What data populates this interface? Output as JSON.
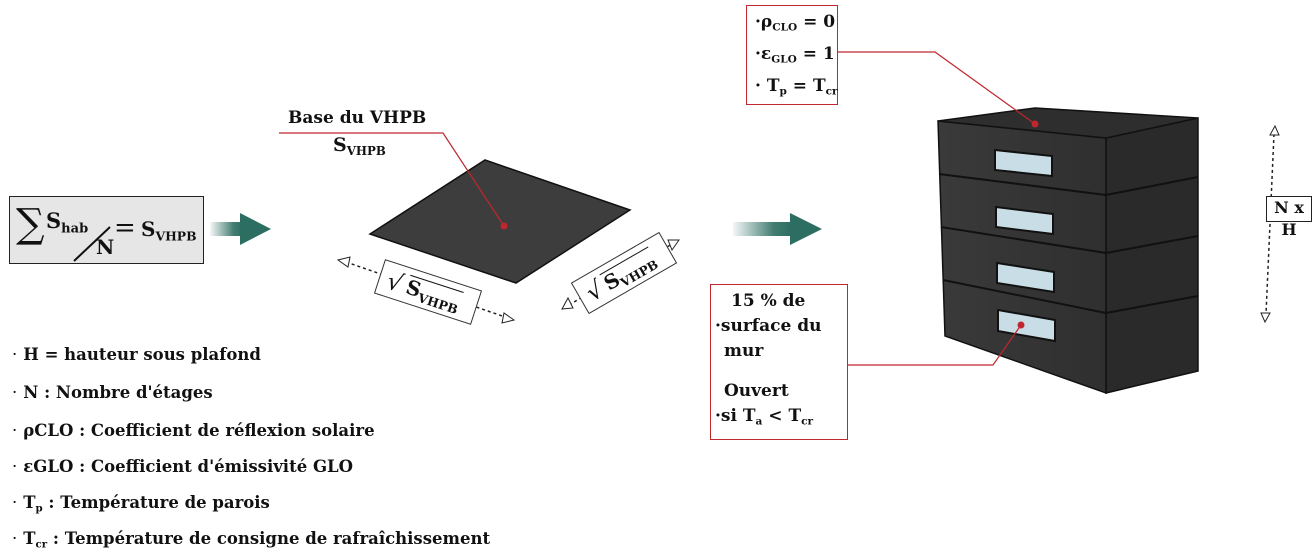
{
  "formula": {
    "sum_symbol": "∑",
    "numerator": "S",
    "numerator_sub": "hab",
    "denominator": "N",
    "equals": "=",
    "result": "S",
    "result_sub": "VHPB"
  },
  "base": {
    "title": "Base du VHPB",
    "symbol": "S",
    "symbol_sub": "VHPB"
  },
  "side_labels": {
    "radical": "√",
    "symbol": "S",
    "symbol_sub": "VHPB"
  },
  "roof_box": {
    "line1_sym": "ρ",
    "line1_sub": "CLO",
    "line1_val": " = 0",
    "line2_sym": "ε",
    "line2_sub": "GLO",
    "line2_val": " = 1",
    "line3_a": "T",
    "line3_a_sub": "p",
    "line3_mid": " = T",
    "line3_b_sub": "cr"
  },
  "window_box": {
    "item1_line1": "15 % de",
    "item1_line2": "surface du",
    "item1_line3": "mur",
    "item2_line1": "Ouvert",
    "item2_line2_a": "si T",
    "item2_line2_a_sub": "a",
    "item2_line2_b": " < T",
    "item2_line2_b_sub": "cr"
  },
  "height_label": "N x H",
  "legend": [
    {
      "sym": "H",
      "sub": "",
      "text": " = hauteur sous plafond"
    },
    {
      "sym": "N",
      "sub": "",
      "text": " : Nombre d'étages"
    },
    {
      "sym": "ρCLO",
      "sub": "",
      "text": " : Coefficient de réflexion solaire"
    },
    {
      "sym": "εGLO",
      "sub": "",
      "text": " : Coefficient d'émissivité GLO"
    },
    {
      "sym": "T",
      "sub": "p",
      "text": " : Température de parois"
    },
    {
      "sym": "T",
      "sub": "cr",
      "text": " : Température de consigne de rafraîchissement"
    }
  ],
  "colors": {
    "accent_arrow": "#2d6e62",
    "annotation_red": "#c0262d",
    "building_fill": "#3a3a3a",
    "window_fill": "#c9dde6",
    "formula_bg": "#e6e6e6"
  }
}
